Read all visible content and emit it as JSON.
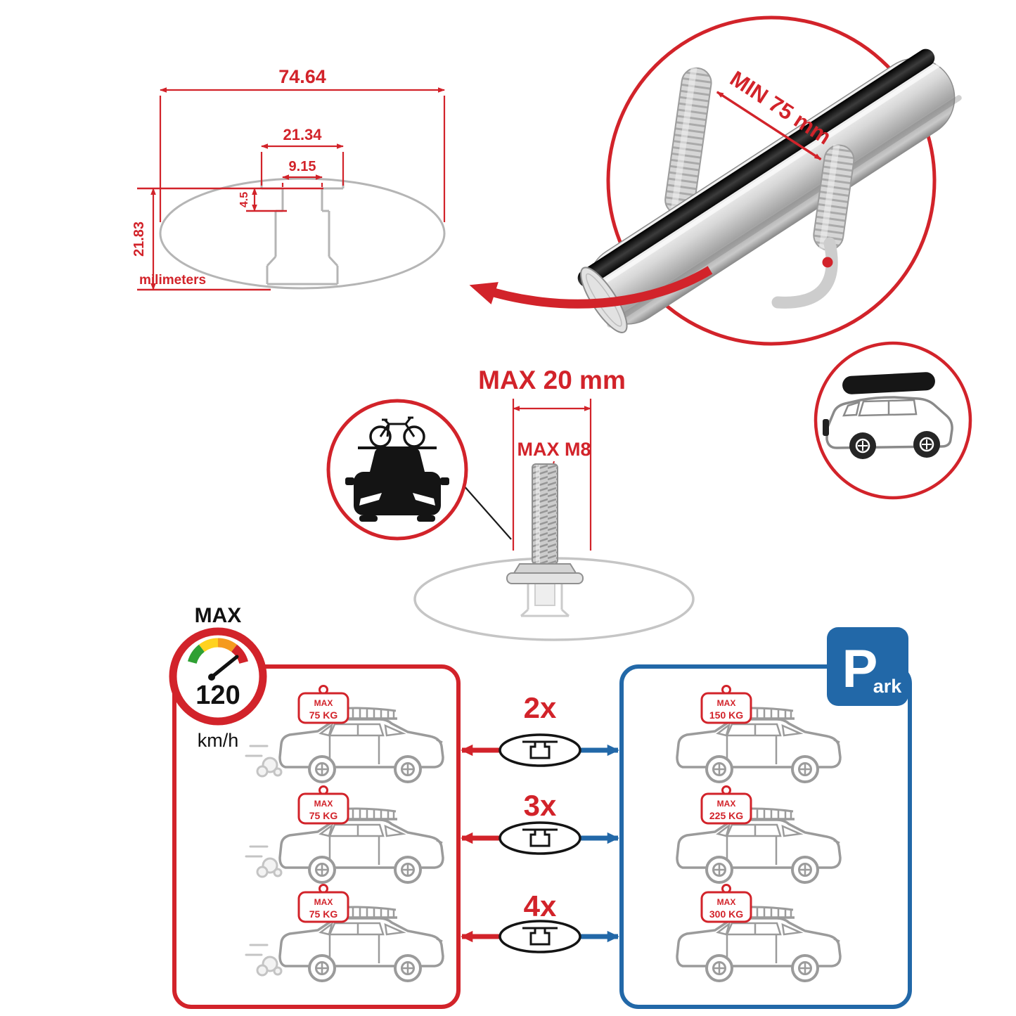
{
  "colors": {
    "red": "#d2232a",
    "blue": "#2268a8",
    "profile_gray": "#b5b5b5",
    "car_gray": "#9b9b9b",
    "dark": "#111111"
  },
  "cross_section_diagram": {
    "total_width": "74.64",
    "channel_outer_width": "21.34",
    "slot_width": "9.15",
    "slot_depth": "4.5",
    "total_height": "21.83",
    "units_label": "milimeters"
  },
  "bar_detail_inset": {
    "clamp_min_label": "MIN 75 mm"
  },
  "bolt_diagram": {
    "max_length_label": "MAX 20 mm",
    "max_thread_label": "MAX M8"
  },
  "speed_limit": {
    "heading": "MAX",
    "value": "120",
    "units": "km/h"
  },
  "parking_sign": {
    "letter": "P",
    "suffix": "ark"
  },
  "load_table": {
    "rows": [
      {
        "bars": "2x",
        "moving": {
          "label": "MAX",
          "value": "75 KG"
        },
        "parked": {
          "label": "MAX",
          "value": "150 KG"
        }
      },
      {
        "bars": "3x",
        "moving": {
          "label": "MAX",
          "value": "75 KG"
        },
        "parked": {
          "label": "MAX",
          "value": "225 KG"
        }
      },
      {
        "bars": "4x",
        "moving": {
          "label": "MAX",
          "value": "75 KG"
        },
        "parked": {
          "label": "MAX",
          "value": "300 KG"
        }
      }
    ]
  }
}
